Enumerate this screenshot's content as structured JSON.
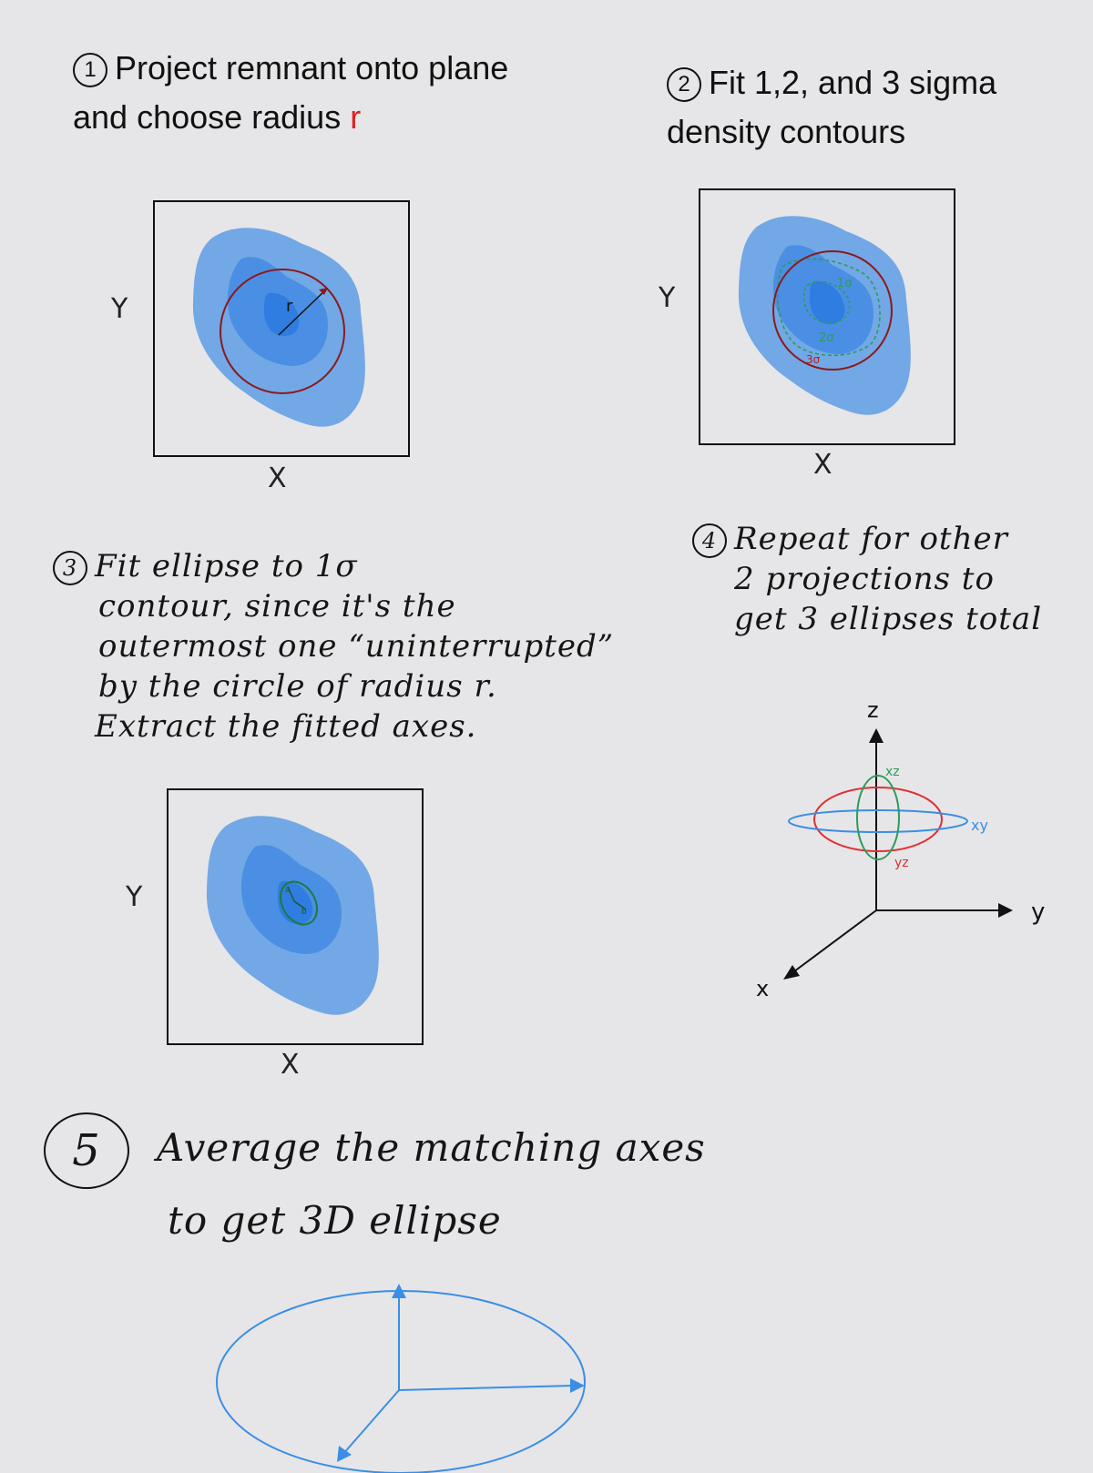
{
  "step1": {
    "num": "1",
    "line1": "Project remnant onto plane",
    "line2_pre": "and choose radius ",
    "line2_var": "r"
  },
  "step2": {
    "num": "2",
    "line1": "Fit 1,2, and 3 sigma",
    "line2": "density contours"
  },
  "step3": {
    "num": "3",
    "lines": [
      "Fit ellipse to 1σ",
      "contour, since it's the",
      "outermost one “uninterrupted”",
      "by the circle of radius r.",
      "Extract the fitted axes."
    ]
  },
  "step4": {
    "num": "4",
    "lines": [
      "Repeat for other",
      "2 projections to",
      "get 3 ellipses total"
    ]
  },
  "step5": {
    "num": "5",
    "lines": [
      "Average the matching axes",
      "to get 3D ellipse"
    ]
  },
  "panel_labels": {
    "x": "X",
    "y": "Y"
  },
  "panel1": {
    "radius_label": "r"
  },
  "panel2": {
    "sigma1": "1σ",
    "sigma2": "2σ",
    "sigma3": "3σ"
  },
  "panel3": {
    "axis_a": "a",
    "axis_b": "b"
  },
  "axes3d": {
    "z": "z",
    "y": "y",
    "x": "x",
    "xz": "xz",
    "xy": "xy",
    "yz": "yz"
  },
  "colors": {
    "light_blue": "#72a8e6",
    "mid_blue": "#4a8fe3",
    "dark_blue": "#2f7de0",
    "circle_red": "#8b1a1a",
    "green": "#2e9a5a",
    "ellipse_blue": "#3a8ee6"
  }
}
